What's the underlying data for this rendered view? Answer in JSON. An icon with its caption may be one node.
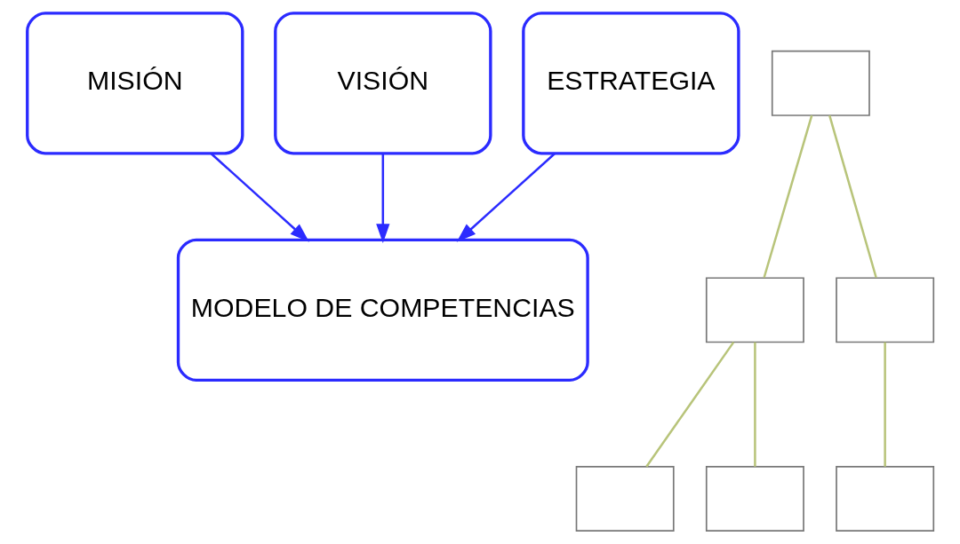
{
  "diagram": {
    "nodes": [
      {
        "text": [
          "MISIÓN"
        ]
      },
      {
        "text": [
          "VISIÓN"
        ]
      },
      {
        "text": [
          "ESTRATEGIA"
        ]
      },
      {
        "text": [
          "MODELO DE COMPETENCIAS"
        ]
      },
      {
        "text": [],
        "shape": "box"
      },
      {
        "text": [],
        "shape": "box"
      },
      {
        "text": [],
        "shape": "box"
      },
      {
        "text": [],
        "shape": "box"
      },
      {
        "text": [],
        "shape": "box"
      },
      {
        "text": [],
        "shape": "box"
      }
    ],
    "edges": [
      {
        "from": 0,
        "to": 3,
        "arrow": "to",
        "color": "#2b2bff"
      },
      {
        "from": 1,
        "to": 3,
        "arrow": "to",
        "color": "#2b2bff"
      },
      {
        "from": 2,
        "to": 3,
        "arrow": "to",
        "color": "#2b2bff"
      },
      {
        "from": 4,
        "to": 5,
        "arrow": "none",
        "color": "#b8c47a"
      },
      {
        "from": 4,
        "to": 6,
        "arrow": "none",
        "color": "#b8c47a"
      },
      {
        "from": 5,
        "to": 7,
        "arrow": "none",
        "color": "#b8c47a"
      },
      {
        "from": 5,
        "to": 8,
        "arrow": "none",
        "color": "#b8c47a"
      },
      {
        "from": 6,
        "to": 9,
        "arrow": "none",
        "color": "#b8c47a"
      }
    ]
  }
}
